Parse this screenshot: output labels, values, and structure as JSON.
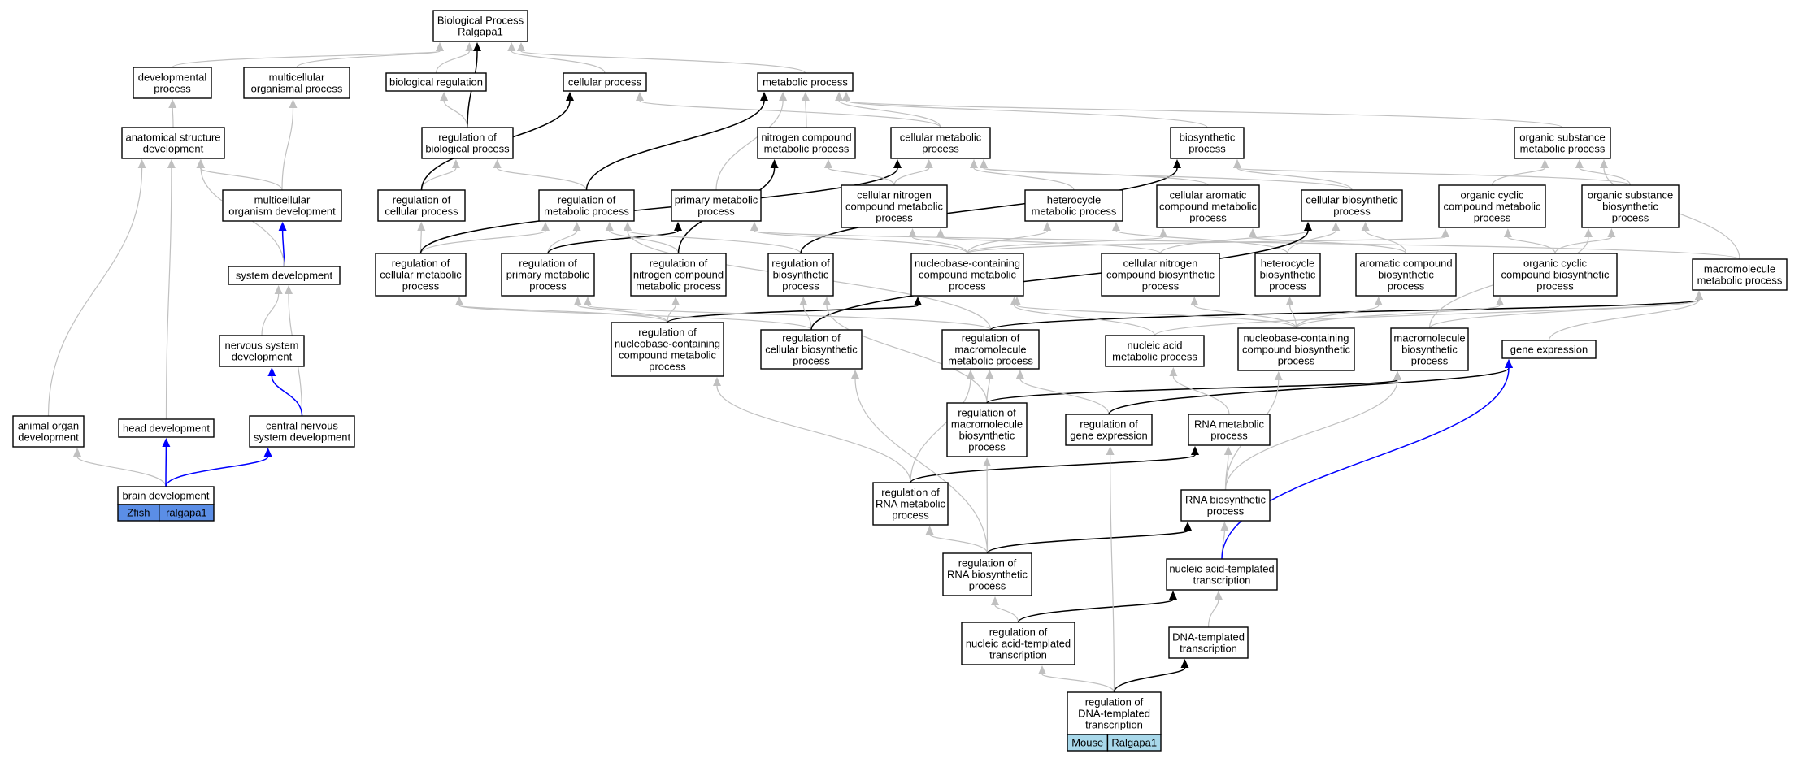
{
  "colors": {
    "edge_gray": "#c0c0c0",
    "edge_black": "#000000",
    "edge_blue": "#0000ff",
    "zfish_badge": "#5b8ee6",
    "mouse_badge": "#a8d8ea"
  },
  "nodes": [
    {
      "id": "bp",
      "label": [
        "Biological Process",
        "Ralgapa1"
      ]
    },
    {
      "id": "devproc",
      "label": [
        "developmental",
        "process"
      ]
    },
    {
      "id": "multorg",
      "label": [
        "multicellular",
        "organismal process"
      ]
    },
    {
      "id": "bioreg",
      "label": [
        "biological regulation"
      ]
    },
    {
      "id": "cellproc",
      "label": [
        "cellular process"
      ]
    },
    {
      "id": "metab",
      "label": [
        "metabolic process"
      ]
    },
    {
      "id": "anatdev",
      "label": [
        "anatomical structure",
        "development"
      ]
    },
    {
      "id": "regbio",
      "label": [
        "regulation of",
        "biological process"
      ]
    },
    {
      "id": "ncmetab",
      "label": [
        "nitrogen compound",
        "metabolic process"
      ]
    },
    {
      "id": "cellmetab",
      "label": [
        "cellular metabolic",
        "process"
      ]
    },
    {
      "id": "biosyn",
      "label": [
        "biosynthetic",
        "process"
      ]
    },
    {
      "id": "orgsubmetab",
      "label": [
        "organic substance",
        "metabolic process"
      ]
    },
    {
      "id": "multdev",
      "label": [
        "multicellular",
        "organism development"
      ]
    },
    {
      "id": "regcell",
      "label": [
        "regulation of",
        "cellular process"
      ]
    },
    {
      "id": "regmetab",
      "label": [
        "regulation of",
        "metabolic process"
      ]
    },
    {
      "id": "primmetab",
      "label": [
        "primary metabolic",
        "process"
      ]
    },
    {
      "id": "cellncmetab",
      "label": [
        "cellular nitrogen",
        "compound metabolic",
        "process"
      ]
    },
    {
      "id": "hetmetab",
      "label": [
        "heterocycle",
        "metabolic process"
      ]
    },
    {
      "id": "cellarommetab",
      "label": [
        "cellular aromatic",
        "compound metabolic",
        "process"
      ]
    },
    {
      "id": "cellbiosyn",
      "label": [
        "cellular biosynthetic",
        "process"
      ]
    },
    {
      "id": "orgcycmetab",
      "label": [
        "organic cyclic",
        "compound metabolic",
        "process"
      ]
    },
    {
      "id": "orgsubbiosyn",
      "label": [
        "organic substance",
        "biosynthetic",
        "process"
      ]
    },
    {
      "id": "sysdev",
      "label": [
        "system development"
      ]
    },
    {
      "id": "regcellmetab",
      "label": [
        "regulation of",
        "cellular metabolic",
        "process"
      ]
    },
    {
      "id": "regprimmetab",
      "label": [
        "regulation of",
        "primary metabolic",
        "process"
      ]
    },
    {
      "id": "regncmetab",
      "label": [
        "regulation of",
        "nitrogen compound",
        "metabolic process"
      ]
    },
    {
      "id": "regbiosyn",
      "label": [
        "regulation of",
        "biosynthetic",
        "process"
      ]
    },
    {
      "id": "nbcmetab",
      "label": [
        "nucleobase-containing",
        "compound metabolic",
        "process"
      ]
    },
    {
      "id": "cellncbiosyn",
      "label": [
        "cellular nitrogen",
        "compound biosynthetic",
        "process"
      ]
    },
    {
      "id": "hetbiosyn",
      "label": [
        "heterocycle",
        "biosynthetic",
        "process"
      ]
    },
    {
      "id": "arombiosyn",
      "label": [
        "aromatic compound",
        "biosynthetic",
        "process"
      ]
    },
    {
      "id": "orgcycbiosyn",
      "label": [
        "organic cyclic",
        "compound biosynthetic",
        "process"
      ]
    },
    {
      "id": "macmetab",
      "label": [
        "macromolecule",
        "metabolic process"
      ]
    },
    {
      "id": "nsdev",
      "label": [
        "nervous system",
        "development"
      ]
    },
    {
      "id": "regnbcmetab",
      "label": [
        "regulation of",
        "nucleobase-containing",
        "compound metabolic",
        "process"
      ]
    },
    {
      "id": "regcellbiosyn",
      "label": [
        "regulation of",
        "cellular biosynthetic",
        "process"
      ]
    },
    {
      "id": "regmacmetab",
      "label": [
        "regulation of",
        "macromolecule",
        "metabolic process"
      ]
    },
    {
      "id": "nametab",
      "label": [
        "nucleic acid",
        "metabolic process"
      ]
    },
    {
      "id": "nbcbiosyn",
      "label": [
        "nucleobase-containing",
        "compound biosynthetic",
        "process"
      ]
    },
    {
      "id": "macbiosyn",
      "label": [
        "macromolecule",
        "biosynthetic",
        "process"
      ]
    },
    {
      "id": "geneexp",
      "label": [
        "gene expression"
      ]
    },
    {
      "id": "aodev",
      "label": [
        "animal organ",
        "development"
      ]
    },
    {
      "id": "headdev",
      "label": [
        "head development"
      ]
    },
    {
      "id": "cnsdev",
      "label": [
        "central nervous",
        "system development"
      ]
    },
    {
      "id": "regmacbiosyn",
      "label": [
        "regulation of",
        "macromolecule",
        "biosynthetic",
        "process"
      ]
    },
    {
      "id": "reggeneexp",
      "label": [
        "regulation of",
        "gene expression"
      ]
    },
    {
      "id": "rnametab",
      "label": [
        "RNA metabolic",
        "process"
      ]
    },
    {
      "id": "braindev",
      "label": [
        "brain development"
      ]
    },
    {
      "id": "regrnametab",
      "label": [
        "regulation of",
        "RNA metabolic",
        "process"
      ]
    },
    {
      "id": "rnabiosyn",
      "label": [
        "RNA biosynthetic",
        "process"
      ]
    },
    {
      "id": "regrnabiosyn",
      "label": [
        "regulation of",
        "RNA biosynthetic",
        "process"
      ]
    },
    {
      "id": "natrans",
      "label": [
        "nucleic acid-templated",
        "transcription"
      ]
    },
    {
      "id": "regnatrans",
      "label": [
        "regulation of",
        "nucleic acid-templated",
        "transcription"
      ]
    },
    {
      "id": "dnatrans",
      "label": [
        "DNA-templated",
        "transcription"
      ]
    },
    {
      "id": "regdnatrans",
      "label": [
        "regulation of",
        "DNA-templated",
        "transcription"
      ]
    }
  ],
  "badges": {
    "braindev": [
      "Zfish",
      "ralgapa1"
    ],
    "regdnatrans": [
      "Mouse",
      "Ralgapa1"
    ]
  },
  "edges": [
    {
      "from": "devproc",
      "to": "bp",
      "color": "gray"
    },
    {
      "from": "multorg",
      "to": "bp",
      "color": "gray"
    },
    {
      "from": "bioreg",
      "to": "bp",
      "color": "gray"
    },
    {
      "from": "cellproc",
      "to": "bp",
      "color": "gray"
    },
    {
      "from": "metab",
      "to": "bp",
      "color": "gray"
    },
    {
      "from": "regbio",
      "to": "bp",
      "color": "black"
    },
    {
      "from": "anatdev",
      "to": "devproc",
      "color": "gray"
    },
    {
      "from": "multdev",
      "to": "multorg",
      "color": "gray"
    },
    {
      "from": "multdev",
      "to": "anatdev",
      "color": "gray"
    },
    {
      "from": "sysdev",
      "to": "multdev",
      "color": "blue"
    },
    {
      "from": "sysdev",
      "to": "anatdev",
      "color": "gray"
    },
    {
      "from": "aodev",
      "to": "anatdev",
      "color": "gray"
    },
    {
      "from": "headdev",
      "to": "anatdev",
      "color": "gray"
    },
    {
      "from": "nsdev",
      "to": "sysdev",
      "color": "gray"
    },
    {
      "from": "cnsdev",
      "to": "sysdev",
      "color": "gray"
    },
    {
      "from": "cnsdev",
      "to": "nsdev",
      "color": "blue"
    },
    {
      "from": "braindev",
      "to": "aodev",
      "color": "gray"
    },
    {
      "from": "braindev",
      "to": "headdev",
      "color": "blue"
    },
    {
      "from": "braindev",
      "to": "cnsdev",
      "color": "blue"
    },
    {
      "from": "regbio",
      "to": "bioreg",
      "color": "gray"
    },
    {
      "from": "regcell",
      "to": "regbio",
      "color": "gray"
    },
    {
      "from": "regcell",
      "to": "cellproc",
      "color": "black"
    },
    {
      "from": "regmetab",
      "to": "regbio",
      "color": "gray"
    },
    {
      "from": "regmetab",
      "to": "metab",
      "color": "black"
    },
    {
      "from": "cellmetab",
      "to": "cellproc",
      "color": "gray"
    },
    {
      "from": "cellmetab",
      "to": "metab",
      "color": "gray"
    },
    {
      "from": "ncmetab",
      "to": "metab",
      "color": "gray"
    },
    {
      "from": "biosyn",
      "to": "metab",
      "color": "gray"
    },
    {
      "from": "orgsubmetab",
      "to": "metab",
      "color": "gray"
    },
    {
      "from": "primmetab",
      "to": "metab",
      "color": "gray"
    },
    {
      "from": "regcellmetab",
      "to": "regcell",
      "color": "gray"
    },
    {
      "from": "regcellmetab",
      "to": "regmetab",
      "color": "gray"
    },
    {
      "from": "regcellmetab",
      "to": "cellmetab",
      "color": "black"
    },
    {
      "from": "regprimmetab",
      "to": "regmetab",
      "color": "gray"
    },
    {
      "from": "regprimmetab",
      "to": "primmetab",
      "color": "black"
    },
    {
      "from": "regncmetab",
      "to": "regmetab",
      "color": "gray"
    },
    {
      "from": "regncmetab",
      "to": "ncmetab",
      "color": "black"
    },
    {
      "from": "regbiosyn",
      "to": "regmetab",
      "color": "gray"
    },
    {
      "from": "regbiosyn",
      "to": "biosyn",
      "color": "black"
    },
    {
      "from": "cellncmetab",
      "to": "ncmetab",
      "color": "gray"
    },
    {
      "from": "cellncmetab",
      "to": "cellmetab",
      "color": "gray"
    },
    {
      "from": "hetmetab",
      "to": "cellmetab",
      "color": "gray"
    },
    {
      "from": "cellarommetab",
      "to": "cellmetab",
      "color": "gray"
    },
    {
      "from": "cellbiosyn",
      "to": "cellmetab",
      "color": "gray"
    },
    {
      "from": "cellbiosyn",
      "to": "biosyn",
      "color": "gray"
    },
    {
      "from": "orgcycmetab",
      "to": "orgsubmetab",
      "color": "gray"
    },
    {
      "from": "orgsubbiosyn",
      "to": "orgsubmetab",
      "color": "gray"
    },
    {
      "from": "orgsubbiosyn",
      "to": "biosyn",
      "color": "gray"
    },
    {
      "from": "macmetab",
      "to": "orgsubmetab",
      "color": "gray"
    },
    {
      "from": "nbcmetab",
      "to": "cellncmetab",
      "color": "gray"
    },
    {
      "from": "nbcmetab",
      "to": "hetmetab",
      "color": "gray"
    },
    {
      "from": "nbcmetab",
      "to": "cellarommetab",
      "color": "gray"
    },
    {
      "from": "nbcmetab",
      "to": "orgcycmetab",
      "color": "gray"
    },
    {
      "from": "nbcmetab",
      "to": "primmetab",
      "color": "gray"
    },
    {
      "from": "cellncbiosyn",
      "to": "cellncmetab",
      "color": "gray"
    },
    {
      "from": "cellncbiosyn",
      "to": "cellbiosyn",
      "color": "gray"
    },
    {
      "from": "hetbiosyn",
      "to": "hetmetab",
      "color": "gray"
    },
    {
      "from": "hetbiosyn",
      "to": "cellbiosyn",
      "color": "gray"
    },
    {
      "from": "arombiosyn",
      "to": "cellarommetab",
      "color": "gray"
    },
    {
      "from": "arombiosyn",
      "to": "cellbiosyn",
      "color": "gray"
    },
    {
      "from": "orgcycbiosyn",
      "to": "orgcycmetab",
      "color": "gray"
    },
    {
      "from": "orgcycbiosyn",
      "to": "orgsubbiosyn",
      "color": "gray"
    },
    {
      "from": "macmetab",
      "to": "primmetab",
      "color": "gray"
    },
    {
      "from": "regnbcmetab",
      "to": "regcellmetab",
      "color": "gray"
    },
    {
      "from": "regnbcmetab",
      "to": "regprimmetab",
      "color": "gray"
    },
    {
      "from": "regnbcmetab",
      "to": "regncmetab",
      "color": "gray"
    },
    {
      "from": "regnbcmetab",
      "to": "nbcmetab",
      "color": "black"
    },
    {
      "from": "regcellbiosyn",
      "to": "regcellmetab",
      "color": "gray"
    },
    {
      "from": "regcellbiosyn",
      "to": "regbiosyn",
      "color": "gray"
    },
    {
      "from": "regcellbiosyn",
      "to": "cellbiosyn",
      "color": "black"
    },
    {
      "from": "regmacmetab",
      "to": "regprimmetab",
      "color": "gray"
    },
    {
      "from": "regmacmetab",
      "to": "regmetab",
      "color": "gray"
    },
    {
      "from": "regmacmetab",
      "to": "macmetab",
      "color": "black"
    },
    {
      "from": "nametab",
      "to": "nbcmetab",
      "color": "gray"
    },
    {
      "from": "nametab",
      "to": "macmetab",
      "color": "gray"
    },
    {
      "from": "nbcbiosyn",
      "to": "nbcmetab",
      "color": "gray"
    },
    {
      "from": "nbcbiosyn",
      "to": "cellncbiosyn",
      "color": "gray"
    },
    {
      "from": "nbcbiosyn",
      "to": "hetbiosyn",
      "color": "gray"
    },
    {
      "from": "nbcbiosyn",
      "to": "arombiosyn",
      "color": "gray"
    },
    {
      "from": "nbcbiosyn",
      "to": "orgcycbiosyn",
      "color": "gray"
    },
    {
      "from": "macbiosyn",
      "to": "macmetab",
      "color": "gray"
    },
    {
      "from": "macbiosyn",
      "to": "orgsubbiosyn",
      "color": "gray"
    },
    {
      "from": "geneexp",
      "to": "macmetab",
      "color": "gray"
    },
    {
      "from": "regmacbiosyn",
      "to": "regmacmetab",
      "color": "gray"
    },
    {
      "from": "regmacbiosyn",
      "to": "regbiosyn",
      "color": "gray"
    },
    {
      "from": "regmacbiosyn",
      "to": "macbiosyn",
      "color": "black"
    },
    {
      "from": "reggeneexp",
      "to": "regmacmetab",
      "color": "gray"
    },
    {
      "from": "reggeneexp",
      "to": "geneexp",
      "color": "black"
    },
    {
      "from": "rnametab",
      "to": "nametab",
      "color": "gray"
    },
    {
      "from": "regrnametab",
      "to": "regnbcmetab",
      "color": "gray"
    },
    {
      "from": "regrnametab",
      "to": "regmacmetab",
      "color": "gray"
    },
    {
      "from": "regrnametab",
      "to": "rnametab",
      "color": "black"
    },
    {
      "from": "rnabiosyn",
      "to": "rnametab",
      "color": "gray"
    },
    {
      "from": "rnabiosyn",
      "to": "nbcbiosyn",
      "color": "gray"
    },
    {
      "from": "rnabiosyn",
      "to": "macbiosyn",
      "color": "gray"
    },
    {
      "from": "regrnabiosyn",
      "to": "regrnametab",
      "color": "gray"
    },
    {
      "from": "regrnabiosyn",
      "to": "regmacbiosyn",
      "color": "gray"
    },
    {
      "from": "regrnabiosyn",
      "to": "regcellbiosyn",
      "color": "gray"
    },
    {
      "from": "regrnabiosyn",
      "to": "rnabiosyn",
      "color": "black"
    },
    {
      "from": "natrans",
      "to": "rnabiosyn",
      "color": "gray"
    },
    {
      "from": "natrans",
      "to": "geneexp",
      "color": "blue"
    },
    {
      "from": "regnatrans",
      "to": "regrnabiosyn",
      "color": "gray"
    },
    {
      "from": "regnatrans",
      "to": "natrans",
      "color": "black"
    },
    {
      "from": "dnatrans",
      "to": "natrans",
      "color": "gray"
    },
    {
      "from": "regdnatrans",
      "to": "regnatrans",
      "color": "gray"
    },
    {
      "from": "regdnatrans",
      "to": "reggeneexp",
      "color": "gray"
    },
    {
      "from": "regdnatrans",
      "to": "dnatrans",
      "color": "black"
    }
  ]
}
